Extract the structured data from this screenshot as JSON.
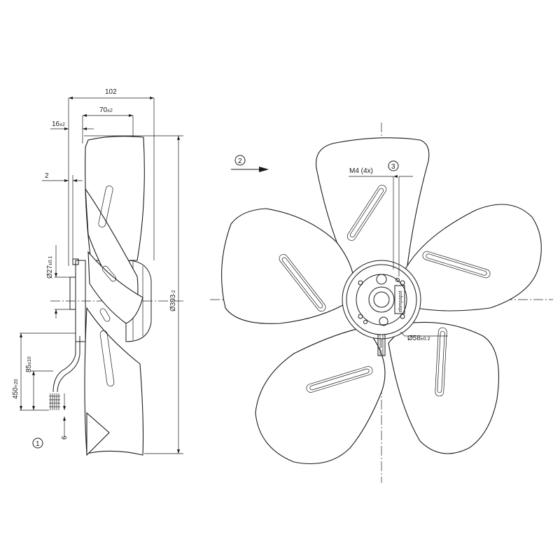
{
  "side_view": {
    "dim_overall_length": "102",
    "dim_blade_depth": "70",
    "dim_blade_depth_tol": "±2",
    "dim_front_offset": "16",
    "dim_front_offset_tol": "±2",
    "dim_gap": "2",
    "dim_shaft_dia": "Ø27",
    "dim_shaft_dia_tol": "±0.1",
    "dim_cable_length": "450",
    "dim_cable_length_tol": "+20",
    "dim_cable_strip": "85",
    "dim_cable_strip_tol": "±10",
    "dim_wire_end": "6",
    "dim_fan_diameter": "Ø393",
    "dim_fan_diameter_tol": "-2",
    "callout_1": "1"
  },
  "front_view": {
    "callout_2": "2",
    "callout_3": "3",
    "thread_label": "M4 (4x)",
    "hub_diameter": "Ø58",
    "hub_diameter_tol": "±0.2",
    "hub_brand": "ebmpapst"
  }
}
